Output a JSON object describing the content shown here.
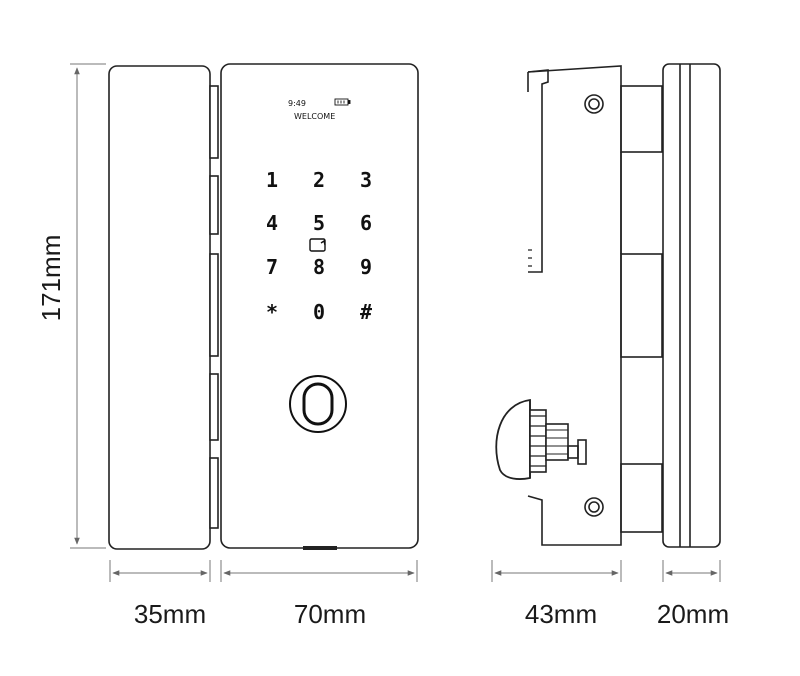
{
  "screen": {
    "time": "9:49",
    "message": "WELCOME"
  },
  "keypad": {
    "keys": [
      "1",
      "2",
      "3",
      "4",
      "5",
      "6",
      "7",
      "8",
      "9",
      "*",
      "0",
      "#"
    ]
  },
  "dimensions": {
    "height": "171mm",
    "handle_width": "35mm",
    "lock_width": "70mm",
    "side_depth": "43mm",
    "side_back_depth": "20mm"
  },
  "icons": {
    "battery": "battery-icon",
    "card_reader": "card-reader-icon",
    "fingerprint": "fingerprint-sensor-icon"
  }
}
